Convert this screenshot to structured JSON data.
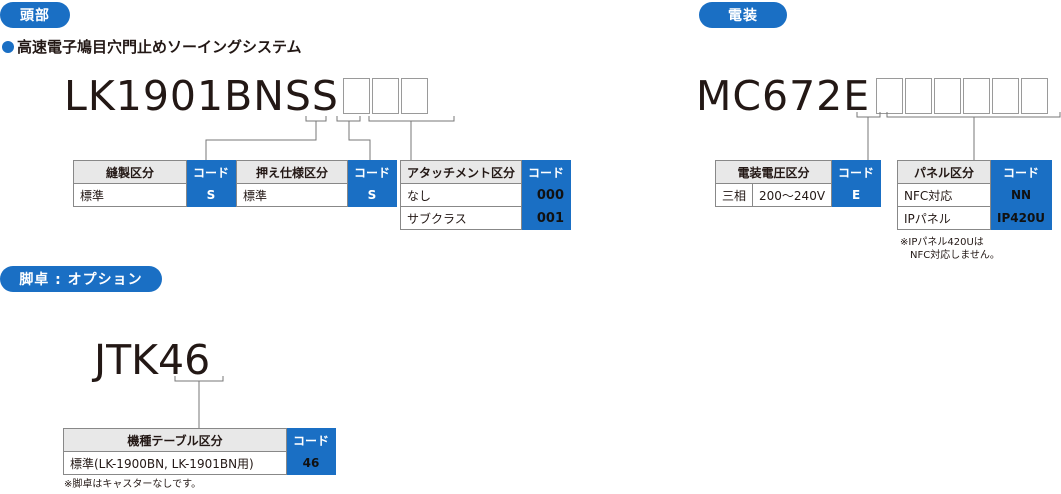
{
  "head": {
    "pill": "頭部",
    "subtitle": "高速電子鳩目穴門止めソーイングシステム",
    "model": "LK1901BNSS",
    "tables": [
      {
        "header": "縫製区分",
        "code_header": "コード",
        "rows": [
          {
            "label": "標準",
            "code": "S"
          }
        ]
      },
      {
        "header": "押え仕様区分",
        "code_header": "コード",
        "rows": [
          {
            "label": "標準",
            "code": "S"
          }
        ]
      },
      {
        "header": "アタッチメント区分",
        "code_header": "コード",
        "rows": [
          {
            "label": "なし",
            "code": "000"
          },
          {
            "label": "サブクラス",
            "code": "001"
          }
        ]
      }
    ]
  },
  "electrical": {
    "pill": "電装",
    "model": "MC672E",
    "voltage_table": {
      "header": "電装電圧区分",
      "code_header": "コード",
      "rows": [
        {
          "label1": "三相",
          "label2": "200〜240V",
          "code": "E"
        }
      ]
    },
    "panel_table": {
      "header": "パネル区分",
      "code_header": "コード",
      "rows": [
        {
          "label": "NFC対応",
          "code": "NN"
        },
        {
          "label": "IPパネル",
          "code": "IP420U"
        }
      ]
    },
    "note_line1": "※IPパネル420Uは",
    "note_line2": "NFC対応しません。"
  },
  "table_stand": {
    "pill": "脚卓 : オプション",
    "model": "JTK46",
    "table": {
      "header": "機種テーブル区分",
      "code_header": "コード",
      "rows": [
        {
          "label": "標準(LK-1900BN, LK-1901BN用)",
          "code": "46"
        }
      ]
    },
    "note": "※脚卓はキャスターなしです。"
  },
  "colors": {
    "accent": "#1a6fc4",
    "header_bg": "#e8e8e8"
  }
}
